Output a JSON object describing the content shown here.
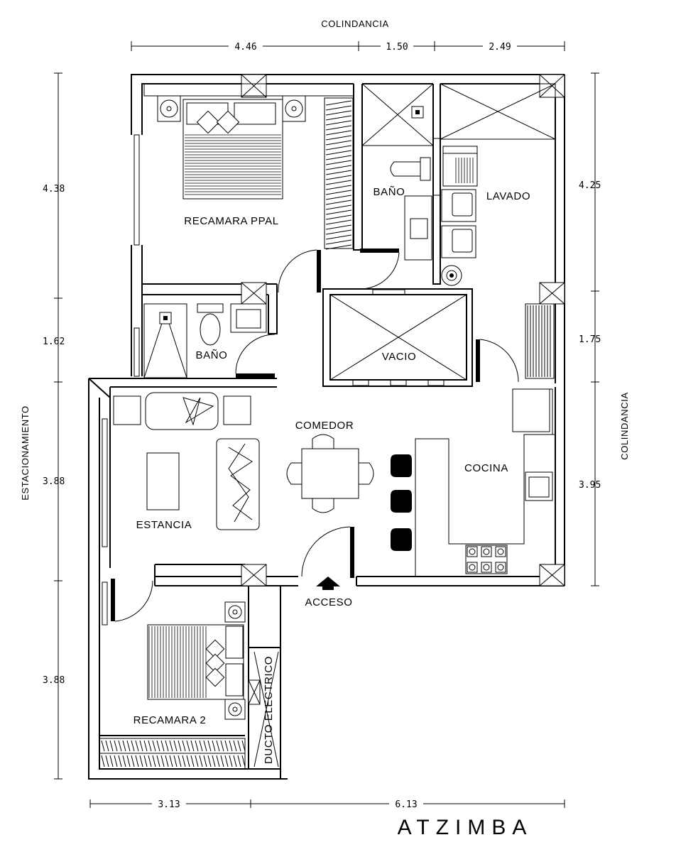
{
  "rooms": {
    "master_bedroom": "RECAMARA PPAL",
    "bathroom_top": "BAÑO",
    "laundry": "LAVADO",
    "bathroom_bottom": "BAÑO",
    "void": "VACIO",
    "dining": "COMEDOR",
    "living": "ESTANCIA",
    "kitchen": "COCINA",
    "bedroom2": "RECAMARA 2",
    "duct": "DUCTO ELECTRICO",
    "access": "ACCESO"
  },
  "sides": {
    "top": "COLINDANCIA",
    "right": "COLINDANCIA",
    "left": "ESTACIONAMIENTO"
  },
  "dimensions": {
    "top": [
      "4.46",
      "1.50",
      "2.49"
    ],
    "left": [
      "4.38",
      "1.62",
      "3.88",
      "3.88"
    ],
    "right": [
      "4.25",
      "1.75",
      "3.95"
    ],
    "bottom": [
      "3.13",
      "6.13"
    ]
  },
  "brand": "ATZIMBA"
}
